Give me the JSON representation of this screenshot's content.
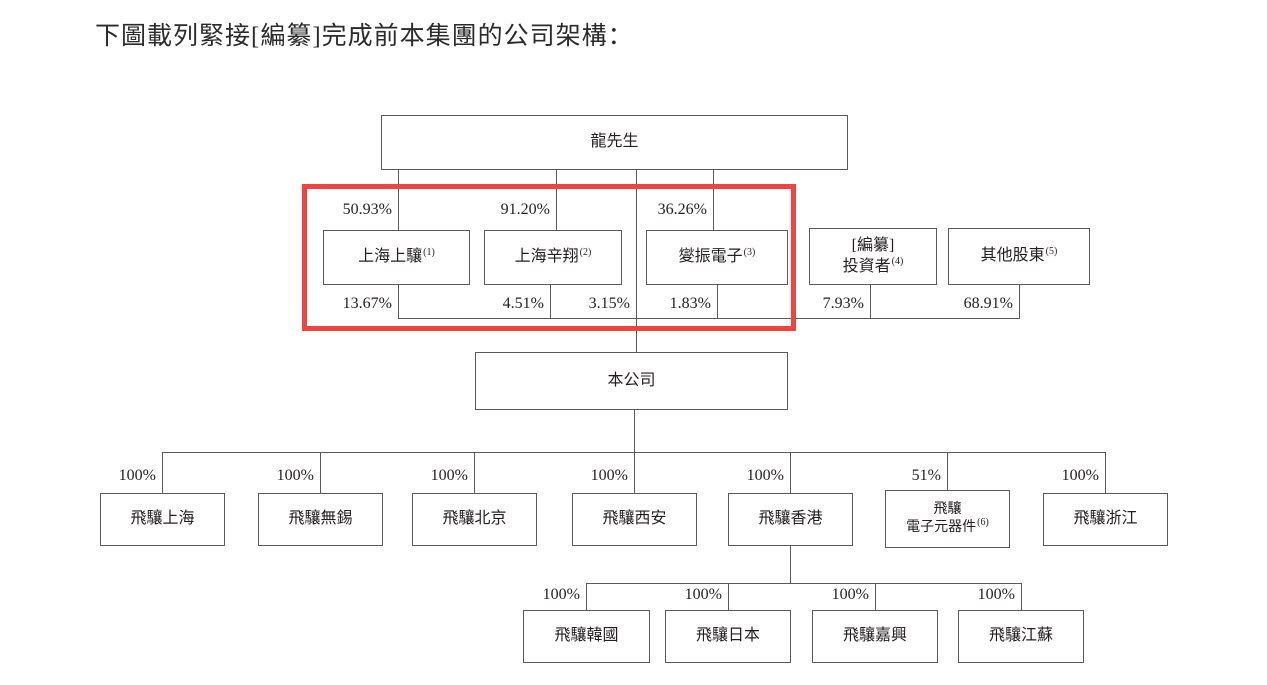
{
  "page": {
    "title": "下圖載列緊接[編纂]完成前本集團的公司架構："
  },
  "colors": {
    "highlight_rectangle": "#ee4540",
    "connector_line": "#595a5c",
    "text": "#231f20"
  },
  "chart": {
    "type": "org-structure-diagram",
    "root": {
      "name": "龍先生",
      "direct_stake_in_company": "3.15%"
    },
    "company": {
      "name": "本公司"
    },
    "shareholders": [
      {
        "name": "上海上驤",
        "sup": "(1)",
        "stake_from_root": "50.93%",
        "stake_in_company": "13.67%"
      },
      {
        "name": "上海辛翔",
        "sup": "(2)",
        "stake_from_root": "91.20%",
        "stake_in_company": "4.51%"
      },
      {
        "name": "夑振電子",
        "sup": "(3)",
        "stake_from_root": "36.26%",
        "stake_in_company": "1.83%"
      },
      {
        "name": "[編纂]",
        "line2": "投資者",
        "sup": "(4)",
        "stake_in_company": "7.93%"
      },
      {
        "name": "其他股東",
        "sup": "(5)",
        "stake_in_company": "68.91%"
      }
    ],
    "subsidiaries": [
      {
        "name": "飛驤上海",
        "stake": "100%"
      },
      {
        "name": "飛驤無錫",
        "stake": "100%"
      },
      {
        "name": "飛驤北京",
        "stake": "100%"
      },
      {
        "name": "飛驤西安",
        "stake": "100%"
      },
      {
        "name": "飛驤香港",
        "stake": "100%"
      },
      {
        "name": "飛驤",
        "line2": "電子元器件",
        "sup": "(6)",
        "stake": "51%"
      },
      {
        "name": "飛驤浙江",
        "stake": "100%"
      }
    ],
    "hk_subsidiaries": [
      {
        "name": "飛驤韓國",
        "stake": "100%"
      },
      {
        "name": "飛驤日本",
        "stake": "100%"
      },
      {
        "name": "飛驤嘉興",
        "stake": "100%"
      },
      {
        "name": "飛驤江蘇",
        "stake": "100%"
      }
    ]
  }
}
